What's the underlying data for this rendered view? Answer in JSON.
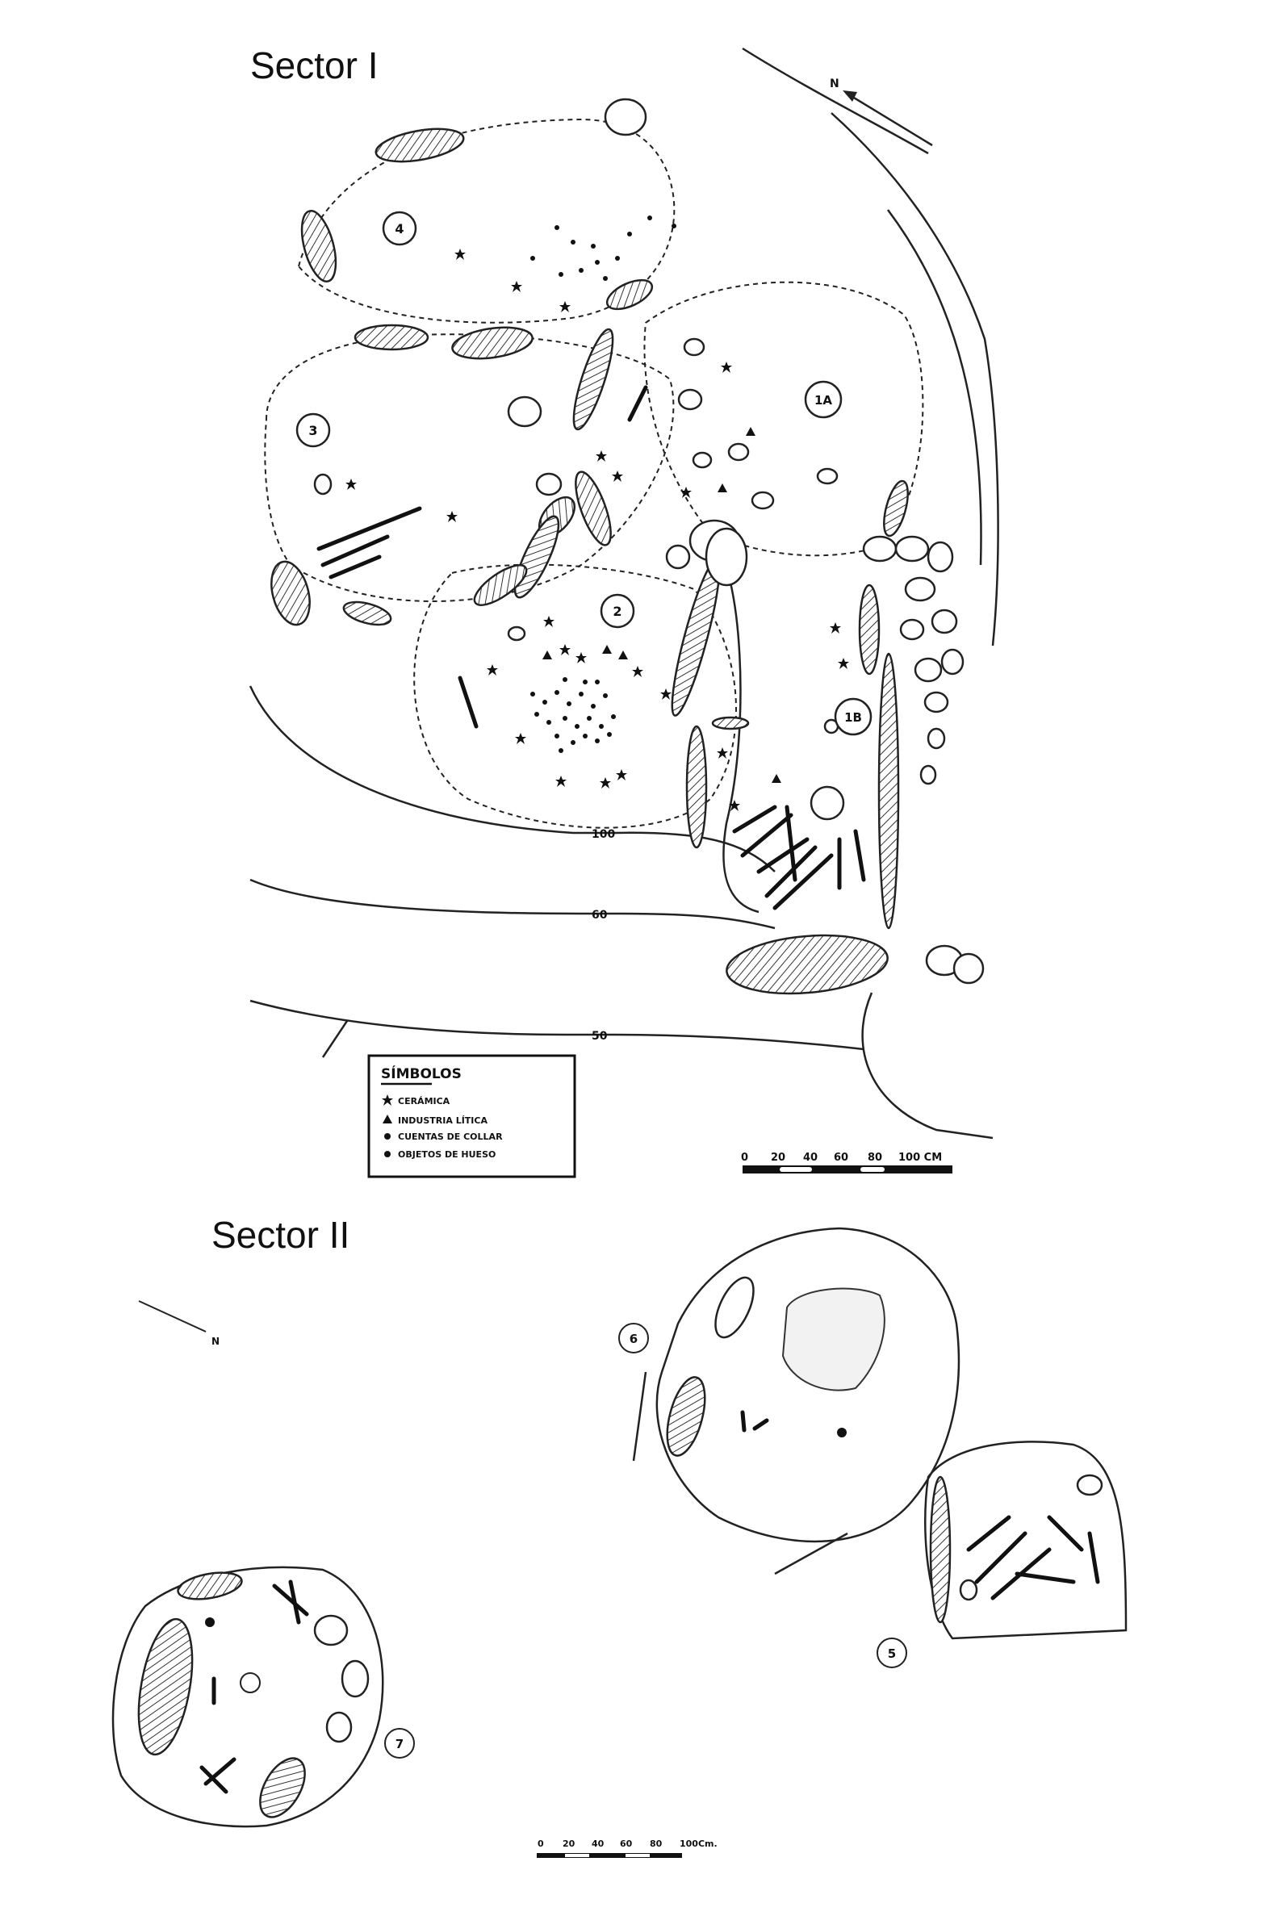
{
  "sectors": [
    {
      "title": "Sector I"
    },
    {
      "title": "Sector II"
    }
  ],
  "sector1": {
    "north_label": "N",
    "structures": [
      "4",
      "3",
      "1A",
      "2",
      "1B"
    ],
    "contours": [
      "100",
      "60",
      "50"
    ],
    "legend": {
      "title": "SÍMBOLOS",
      "items": [
        {
          "icon": "star-icon",
          "label": "CERÁMICA"
        },
        {
          "icon": "triangle-icon",
          "label": "INDUSTRIA LÍTICA"
        },
        {
          "icon": "dot-icon",
          "label": "CUENTAS DE COLLAR"
        },
        {
          "icon": "dot-icon",
          "label": "OBJETOS DE HUESO"
        }
      ]
    },
    "scale": {
      "ticks": [
        "0",
        "20",
        "40",
        "60",
        "80",
        "100 CM"
      ]
    }
  },
  "sector2": {
    "north_label": "N",
    "structures": [
      "6",
      "5",
      "7"
    ],
    "scale": {
      "ticks": [
        "0",
        "20",
        "40",
        "60",
        "80",
        "100Cm."
      ]
    }
  }
}
